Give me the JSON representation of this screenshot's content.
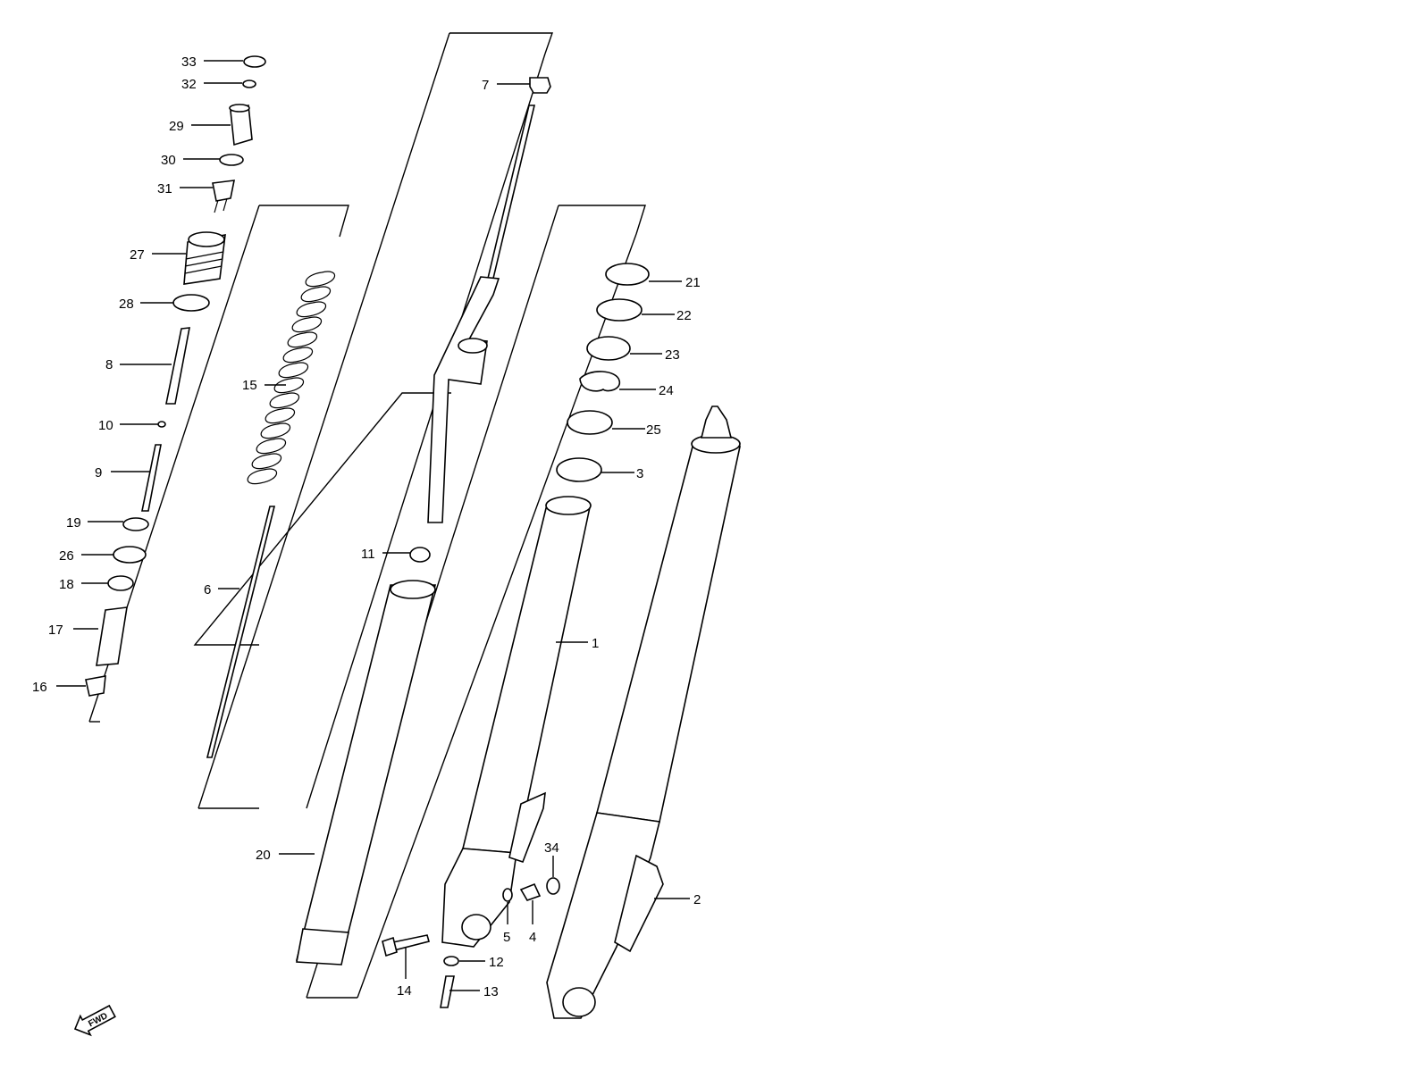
{
  "diagram": {
    "fwd_label": "FWD",
    "callouts": [
      {
        "id": "33",
        "label": "33"
      },
      {
        "id": "32",
        "label": "32"
      },
      {
        "id": "29",
        "label": "29"
      },
      {
        "id": "30",
        "label": "30"
      },
      {
        "id": "31",
        "label": "31"
      },
      {
        "id": "27",
        "label": "27"
      },
      {
        "id": "28",
        "label": "28"
      },
      {
        "id": "8",
        "label": "8"
      },
      {
        "id": "15",
        "label": "15"
      },
      {
        "id": "10",
        "label": "10"
      },
      {
        "id": "9",
        "label": "9"
      },
      {
        "id": "19",
        "label": "19"
      },
      {
        "id": "26",
        "label": "26"
      },
      {
        "id": "18",
        "label": "18"
      },
      {
        "id": "6",
        "label": "6"
      },
      {
        "id": "17",
        "label": "17"
      },
      {
        "id": "16",
        "label": "16"
      },
      {
        "id": "7",
        "label": "7"
      },
      {
        "id": "11",
        "label": "11"
      },
      {
        "id": "20",
        "label": "20"
      },
      {
        "id": "21",
        "label": "21"
      },
      {
        "id": "22",
        "label": "22"
      },
      {
        "id": "23",
        "label": "23"
      },
      {
        "id": "24",
        "label": "24"
      },
      {
        "id": "25",
        "label": "25"
      },
      {
        "id": "3",
        "label": "3"
      },
      {
        "id": "1",
        "label": "1"
      },
      {
        "id": "34",
        "label": "34"
      },
      {
        "id": "2",
        "label": "2"
      },
      {
        "id": "5",
        "label": "5"
      },
      {
        "id": "4",
        "label": "4"
      },
      {
        "id": "12",
        "label": "12"
      },
      {
        "id": "14",
        "label": "14"
      },
      {
        "id": "13",
        "label": "13"
      }
    ]
  }
}
